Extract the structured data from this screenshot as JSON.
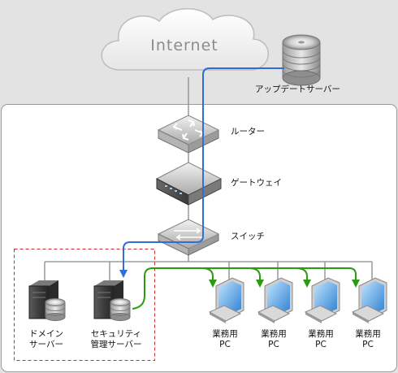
{
  "cloud": {
    "label": "Internet"
  },
  "update_server": {
    "label": "アップデートサーバー"
  },
  "router": {
    "label": "ルーター"
  },
  "gateway": {
    "label": "ゲートウェイ"
  },
  "switch": {
    "label": "スイッチ"
  },
  "domain_server": {
    "label_line1": "ドメイン",
    "label_line2": "サーバー"
  },
  "security_server": {
    "label_line1": "セキュリティ",
    "label_line2": "管理サーバー"
  },
  "pcs": [
    {
      "line1": "業務用",
      "line2": "PC"
    },
    {
      "line1": "業務用",
      "line2": "PC"
    },
    {
      "line1": "業務用",
      "line2": "PC"
    },
    {
      "line1": "業務用",
      "line2": "PC"
    }
  ],
  "colors": {
    "background": "#e3e3e3",
    "panel": "#ffffff",
    "panel_border": "#9a9a9a",
    "cable": "#8a8a8a",
    "update_flow": "#2f6ed6",
    "deploy_flow": "#2a9d0e",
    "server_group_border": "#cc2a2a"
  }
}
